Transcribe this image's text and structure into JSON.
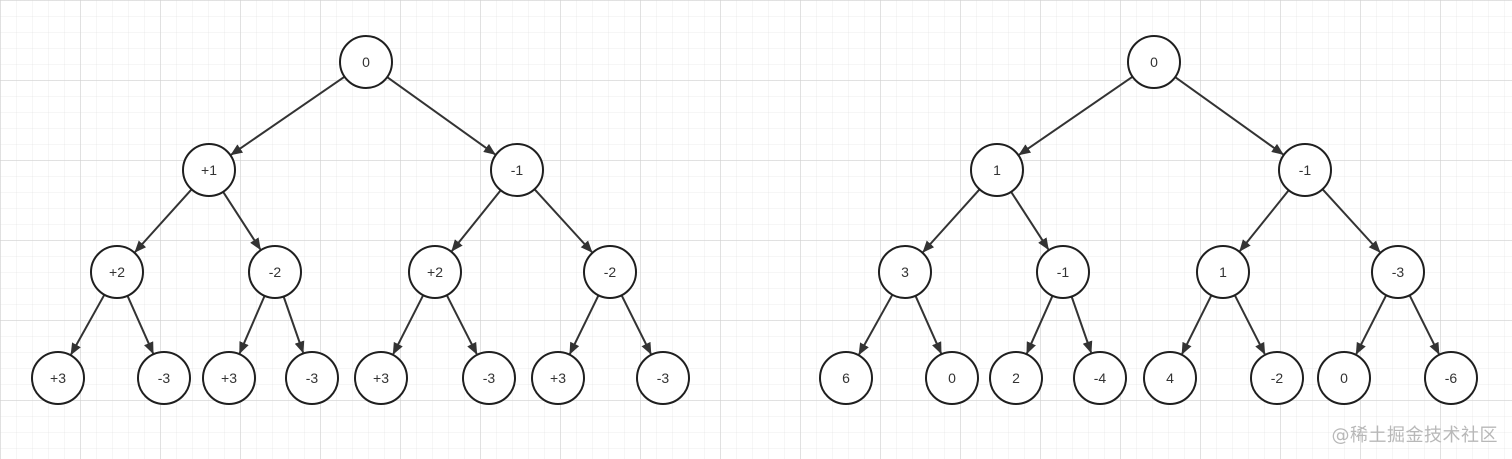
{
  "watermark": "@稀土掘金技术社区",
  "colors": {
    "stroke": "#1f1f1f",
    "edge": "#333333",
    "text": "#333333",
    "grid": "#d0d0d0"
  },
  "trees": [
    {
      "id": "tree-left",
      "levels": [
        [
          "0"
        ],
        [
          "+1",
          "-1"
        ],
        [
          "+2",
          "-2",
          "+2",
          "-2"
        ],
        [
          "+3",
          "-3",
          "+3",
          "-3",
          "+3",
          "-3",
          "+3",
          "-3"
        ]
      ]
    },
    {
      "id": "tree-right",
      "levels": [
        [
          "0"
        ],
        [
          "1",
          "-1"
        ],
        [
          "3",
          "-1",
          "1",
          "-3"
        ],
        [
          "6",
          "0",
          "2",
          "-4",
          "4",
          "-2",
          "0",
          "-6"
        ]
      ]
    }
  ]
}
